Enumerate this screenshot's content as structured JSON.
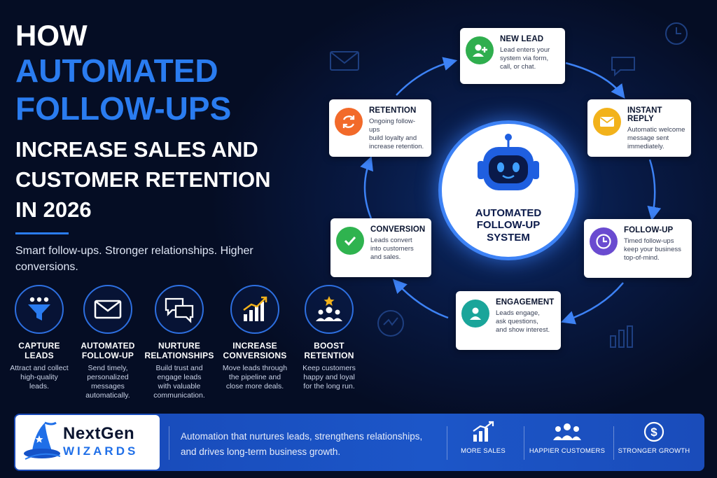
{
  "headline": {
    "line1": "HOW",
    "line2": "AUTOMATED",
    "line3": "FOLLOW-UPS",
    "line4": "INCREASE SALES AND",
    "line5": "CUSTOMER RETENTION",
    "line6": "IN 2026"
  },
  "subtitle": "Smart follow-ups. Stronger relationships. Higher conversions.",
  "benefits": [
    {
      "icon": "funnel-icon",
      "title": "CAPTURE\nLEADS",
      "desc": "Attract and collect\nhigh-quality\nleads."
    },
    {
      "icon": "envelope-icon",
      "title": "AUTOMATED\nFOLLOW-UP",
      "desc": "Send timely,\npersonalized\nmessages\nautomatically."
    },
    {
      "icon": "chat-bubbles-icon",
      "title": "NURTURE\nRELATIONSHIPS",
      "desc": "Build trust and\nengage leads\nwith valuable\ncommunication."
    },
    {
      "icon": "growth-chart-icon",
      "title": "INCREASE\nCONVERSIONS",
      "desc": "Move leads through\nthe pipeline and\nclose more deals."
    },
    {
      "icon": "team-star-icon",
      "title": "BOOST\nRETENTION",
      "desc": "Keep customers\nhappy and loyal\nfor the long run."
    }
  ],
  "center": {
    "icon": "robot-icon",
    "title": "AUTOMATED\nFOLLOW-UP\nSYSTEM"
  },
  "cycle": [
    {
      "icon": "add-user-icon",
      "color": "#2fae4e",
      "title": "NEW LEAD",
      "desc": "Lead enters your\nsystem via form,\ncall, or chat."
    },
    {
      "icon": "envelope-icon",
      "color": "#f2b21b",
      "title": "INSTANT REPLY",
      "desc": "Automatic welcome\nmessage sent\nimmediately."
    },
    {
      "icon": "clock-icon",
      "color": "#6a4bd0",
      "title": "FOLLOW-UP",
      "desc": "Timed follow-ups\nkeep your business\ntop-of-mind."
    },
    {
      "icon": "user-icon",
      "color": "#1aa59a",
      "title": "ENGAGEMENT",
      "desc": "Leads engage,\nask questions,\nand show interest."
    },
    {
      "icon": "checkmark-icon",
      "color": "#2fb34f",
      "title": "CONVERSION",
      "desc": "Leads convert\ninto customers\nand sales."
    },
    {
      "icon": "refresh-icon",
      "color": "#f26a2a",
      "title": "RETENTION",
      "desc": "Ongoing follow-ups\nbuild loyalty and\nincrease retention."
    }
  ],
  "brand": {
    "icon": "wizard-hat-icon",
    "name": "NextGen",
    "sub": "WIZARDS"
  },
  "tagline": "Automation that nurtures leads, strengthens relationships, and drives long-term business growth.",
  "stats": [
    {
      "icon": "growth-chart-icon",
      "label": "MORE SALES"
    },
    {
      "icon": "group-icon",
      "label": "HAPPIER CUSTOMERS"
    },
    {
      "icon": "dollar-icon",
      "label": "STRONGER GROWTH"
    }
  ],
  "colors": {
    "accent": "#2a7cf0",
    "background": "#050d24",
    "bar": "#1c56c8"
  }
}
